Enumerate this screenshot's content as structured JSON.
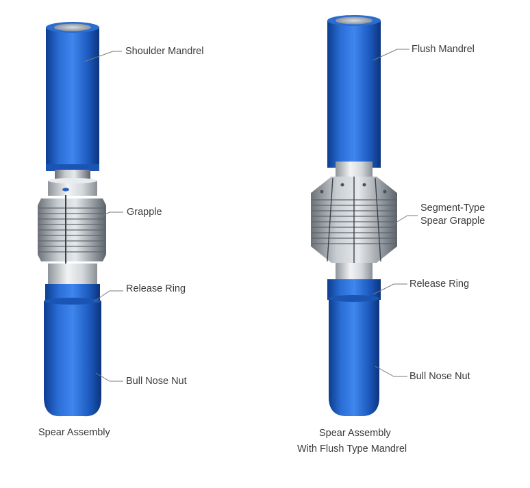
{
  "left_tool": {
    "callouts": {
      "mandrel": "Shoulder  Mandrel",
      "grapple": "Grapple",
      "release_ring": "Release Ring",
      "nut": "Bull Nose Nut"
    },
    "caption_line1": "Spear Assembly"
  },
  "right_tool": {
    "callouts": {
      "mandrel": "Flush  Mandrel",
      "grapple_line1": "Segment-Type",
      "grapple_line2": "Spear Grapple",
      "release_ring": "Release Ring",
      "nut": "Bull Nose Nut"
    },
    "caption_line1": "Spear Assembly",
    "caption_line2": "With Flush Type Mandrel"
  },
  "colors": {
    "tool_blue": "#1f5fc2",
    "tool_blue_dark": "#0f3f90",
    "steel": "#b9bec4",
    "steel_dark": "#6f757c",
    "leader_line": "#7a7a7a"
  }
}
